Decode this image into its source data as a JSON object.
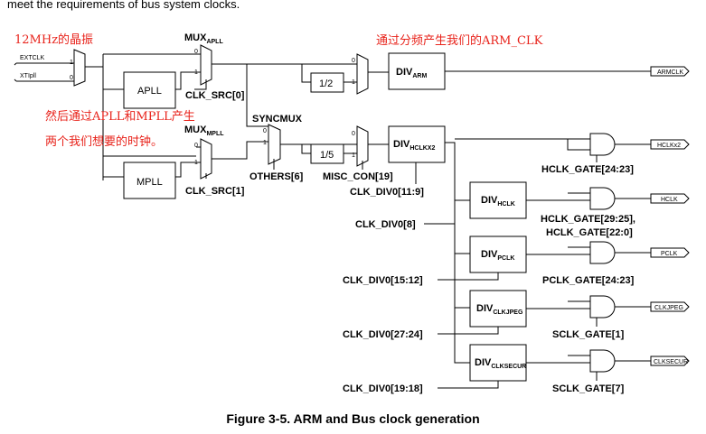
{
  "intro_text": "meet the requirements of bus system clocks.",
  "caption": "Figure 3-5. ARM and Bus clock generation",
  "inputs": {
    "extclk": "EXTCLK",
    "xtipll": "XTIpll"
  },
  "mux_labels": {
    "mux_apll_main": "MUX",
    "mux_apll_sub": "APLL",
    "mux_mpll_main": "MUX",
    "mux_mpll_sub": "MPLL",
    "syncmux": "SYNCMUX"
  },
  "mux_pins": {
    "zero": "0",
    "one": "1"
  },
  "blocks": {
    "apll": "APLL",
    "mpll": "MPLL",
    "half": "1/2",
    "fifth": "1/5",
    "div_main": "DIV",
    "div_arm_sub": "ARM",
    "div_hclkx2_sub": "HCLKX2",
    "div_hclk_sub": "HCLK",
    "div_pclk_sub": "PCLK",
    "div_clkjpeg_sub": "CLKJPEG",
    "div_clksecur_sub": "CLKSECUR"
  },
  "signals": {
    "clk_src0": "CLK_SRC[0]",
    "clk_src1": "CLK_SRC[1]",
    "others6": "OTHERS[6]",
    "misc_con19": "MISC_CON[19]",
    "clk_div0_11_9": "CLK_DIV0[11:9]",
    "clk_div0_8": "CLK_DIV0[8]",
    "clk_div0_15_12": "CLK_DIV0[15:12]",
    "clk_div0_27_24": "CLK_DIV0[27:24]",
    "clk_div0_19_18": "CLK_DIV0[19:18]"
  },
  "gates": {
    "hclk_gate_24_23": "HCLK_GATE[24:23]",
    "hclk_gate_29_25": "HCLK_GATE[29:25],",
    "hclk_gate_22_0": "HCLK_GATE[22:0]",
    "pclk_gate_24_23": "PCLK_GATE[24:23]",
    "sclk_gate_1": "SCLK_GATE[1]",
    "sclk_gate_7": "SCLK_GATE[7]"
  },
  "outputs": {
    "armclk": "ARMCLK",
    "hclkx2": "HCLKx2",
    "hclk": "HCLK",
    "pclk": "PCLK",
    "clkjpeg": "CLKJPEG",
    "clksecur": "CLKSECUR"
  },
  "annotations": {
    "crystal": "12MHz的晶振",
    "arm_clk": "通过分频产生我们的ARM_CLK",
    "pll_line1": "然后通过APLL和MPLL产生",
    "pll_line2": "两个我们想要的时钟。"
  },
  "colors": {
    "annotation": "#e8231b",
    "line": "#000000"
  }
}
